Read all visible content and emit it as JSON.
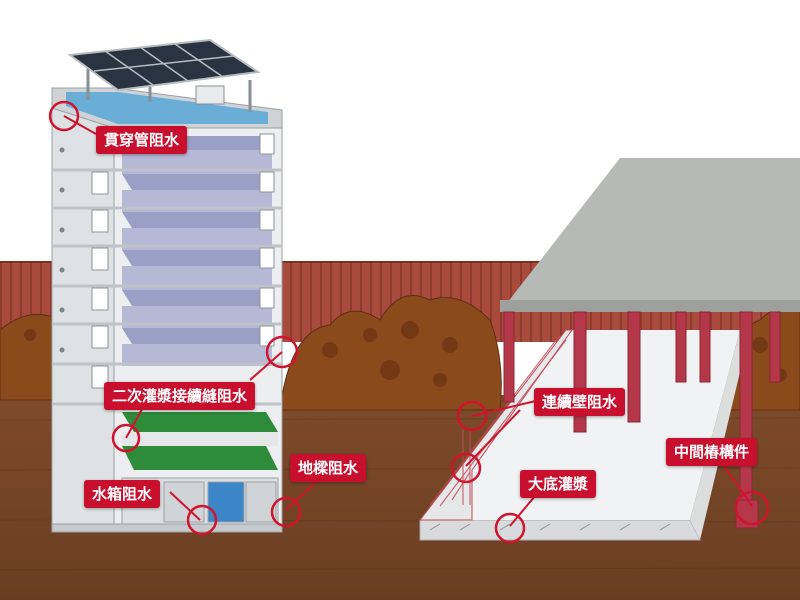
{
  "labels": {
    "penetration_pipe": "貫穿管阻水",
    "secondary_grouting_joint": "二次灌漿接續縫阻水",
    "ground_beam": "地樑阻水",
    "water_tank": "水箱阻水",
    "continuous_wall": "連續壁阻水",
    "base_grouting": "大底灌漿",
    "king_post": "中間樁構件"
  },
  "colors": {
    "sky": "#ffffff",
    "fence": "#a84a3c",
    "soil": "#8b4a1c",
    "ground": "#7a4a2a",
    "building": "#e6e8ea",
    "floor_slab": "#9a9fc6",
    "green_floor": "#2e8b3a",
    "roof_water": "#6aaed8",
    "solar_panel": "#2a3340",
    "canopy": "#b7b9b7",
    "columns": "#b4384a",
    "label_bg": "#c8102e",
    "callout_ring": "#d0142e"
  }
}
